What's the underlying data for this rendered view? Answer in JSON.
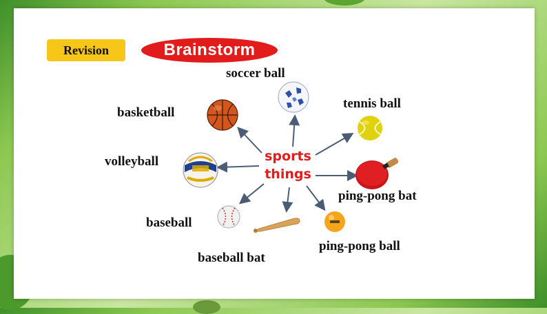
{
  "header": {
    "revision_label": "Revision",
    "brainstorm_label": "Brainstorm"
  },
  "center": {
    "line1": "sports",
    "line2": "things"
  },
  "items": {
    "soccer_ball": "soccer ball",
    "basketball": "basketball",
    "tennis_ball": "tennis ball",
    "volleyball": "volleyball",
    "ping_pong_bat": "ping-pong bat",
    "baseball": "baseball",
    "baseball_bat": "baseball bat",
    "ping_pong_ball": "ping-pong ball"
  },
  "colors": {
    "accent_red": "#e21b1b",
    "revision_yellow": "#f6c619",
    "arrow": "#4a5d75"
  },
  "icons": [
    "soccer-ball-icon",
    "basketball-icon",
    "tennis-ball-icon",
    "volleyball-icon",
    "ping-pong-bat-icon",
    "baseball-icon",
    "baseball-bat-icon",
    "ping-pong-ball-icon"
  ]
}
